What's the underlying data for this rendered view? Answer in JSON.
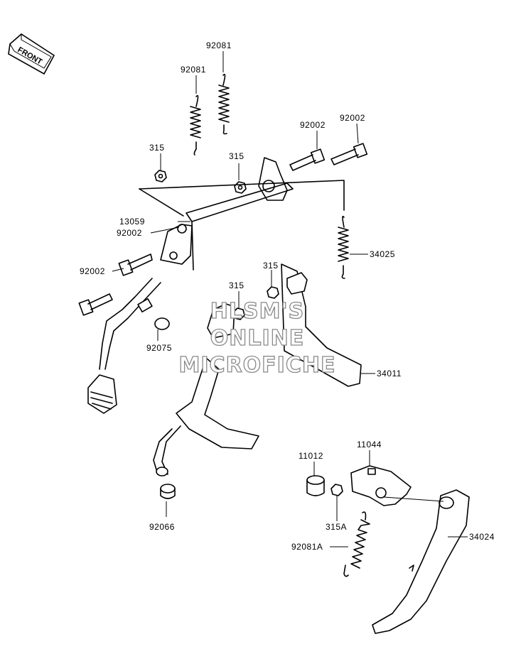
{
  "front_marker": "FRONT",
  "watermark": [
    "HLSM'S",
    "ONLINE",
    "MICROFICHE"
  ],
  "labels": {
    "p92081_top": "92081",
    "p92081_mid": "92081",
    "p315_left": "315",
    "p315_center": "315",
    "p92002_a": "92002",
    "p92002_b": "92002",
    "p13059": "13059",
    "p92002_left1": "92002",
    "p92002_left2": "92002",
    "p34025": "34025",
    "p315_lower1": "315",
    "p315_lower2": "315",
    "p92075": "92075",
    "p34011": "34011",
    "p11012": "11012",
    "p11044": "11044",
    "p315A": "315A",
    "p92081A": "92081A",
    "p34024": "34024",
    "p92066": "92066"
  }
}
